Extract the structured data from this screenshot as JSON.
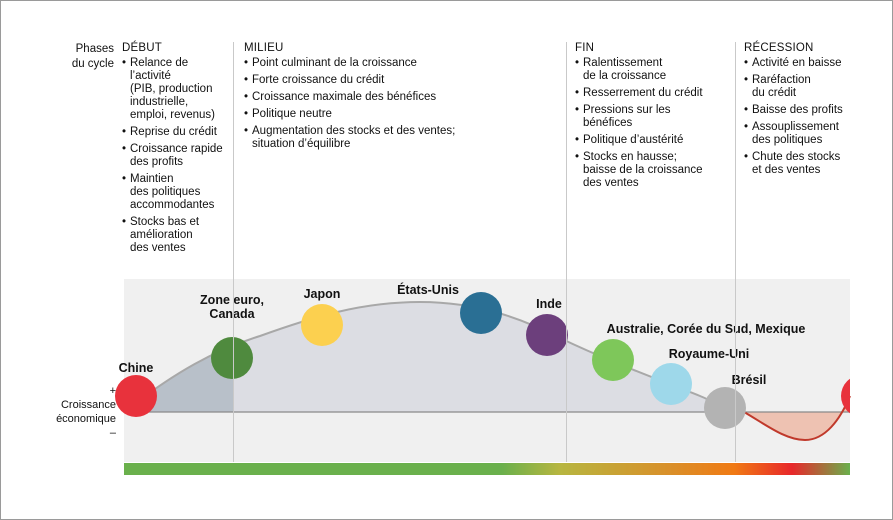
{
  "phases_label": "Phases\ndu cycle",
  "columns": [
    {
      "title": "DÉBUT",
      "items": [
        "Relance de\nl’activité\n(PIB, production\nindustrielle,\nemploi, revenus)",
        "Reprise du crédit",
        "Croissance rapide\ndes profits",
        "Maintien\ndes politiques\naccommodantes",
        "Stocks bas et\namélioration\ndes ventes"
      ]
    },
    {
      "title": "MILIEU",
      "items": [
        "Point culminant de la croissance",
        "Forte croissance du crédit",
        "Croissance maximale des bénéfices",
        "Politique neutre",
        "Augmentation des stocks et des ventes;\nsituation d’équilibre"
      ]
    },
    {
      "title": "FIN",
      "items": [
        "Ralentissement\nde la croissance",
        "Resserrement du crédit",
        "Pressions sur les\nbénéfices",
        "Politique d’austérité",
        "Stocks en hausse;\nbaisse de la croissance\ndes ventes"
      ]
    },
    {
      "title": "RÉCESSION",
      "items": [
        "Activité en baisse",
        "Raréfaction\ndu crédit",
        "Baisse des profits",
        "Assouplissement\ndes politiques",
        "Chute des stocks\net des ventes"
      ]
    }
  ],
  "growth_axis": {
    "plus": "+",
    "label": "Croissance\néconomique",
    "minus": "–"
  },
  "countries": [
    {
      "name": "Chine",
      "color": "#e8323c"
    },
    {
      "name": "Zone euro,\nCanada",
      "color": "#4f8a3e"
    },
    {
      "name": "Japon",
      "color": "#fcd04f"
    },
    {
      "name": "États-Unis",
      "color": "#2a6f94"
    },
    {
      "name": "Inde",
      "color": "#6c3f7c"
    },
    {
      "name": "Australie, Corée du Sud, Mexique",
      "color": "#7ec75a"
    },
    {
      "name": "Royaume-Uni",
      "color": "#9ed8ea"
    },
    {
      "name": "Brésil",
      "color": "#b3b3b3"
    },
    {
      "name": "",
      "color": "#e8323c"
    }
  ],
  "colors": {
    "curve": "#a8a8a8",
    "recession_curve": "#c0392b",
    "recession_fill": "#eec2b2",
    "early_fill": "#b8c0c9",
    "mid_fill": "#dcdde3",
    "panel_bg": "#f0f0f0"
  }
}
